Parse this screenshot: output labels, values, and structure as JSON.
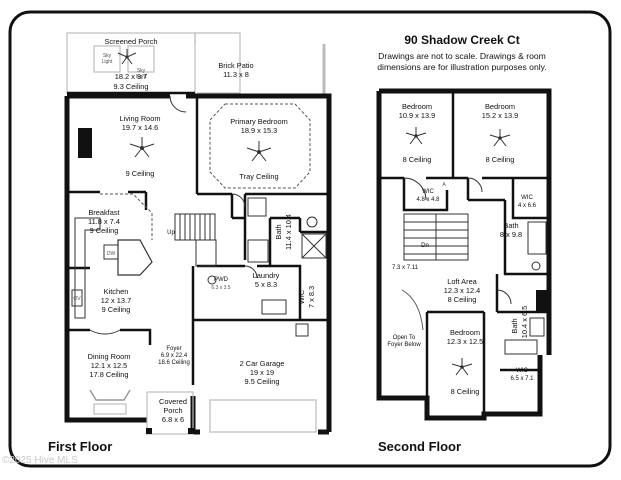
{
  "header": {
    "address": "90 Shadow Creek Ct",
    "disclaimer_line1": "Drawings are not to scale. Drawings & room",
    "disclaimer_line2": "dimensions are for illustration purposes only."
  },
  "first_floor": {
    "label": "First Floor",
    "screened_porch": {
      "name": "Screened Porch",
      "dims": "18.2 x 9.7",
      "ceiling": "9.3 Ceiling",
      "skylight": [
        "Sky",
        "Light"
      ]
    },
    "brick_patio": {
      "name": "Brick Patio",
      "dims": "11.3 x 8"
    },
    "living_room": {
      "name": "Living Room",
      "dims": "19.7 x 14.6",
      "ceiling": "9 Ceiling"
    },
    "primary_bedroom": {
      "name": "Primary Bedroom",
      "dims": "18.9 x 15.3",
      "ceiling": "Tray Ceiling"
    },
    "breakfast": {
      "name": "Breakfast",
      "dims": "11.8 x 7.4",
      "ceiling": "9 Ceiling"
    },
    "kitchen": {
      "name": "Kitchen",
      "dims": "12 x 13.7",
      "ceiling": "9 Ceiling"
    },
    "dw": "DW",
    "ov": "OV",
    "up": "Up",
    "bath": {
      "name": "Bath",
      "dims": "11.4 x 10.4"
    },
    "pwd": {
      "name": "PWD",
      "dims": "6.3 x 3.5"
    },
    "laundry": {
      "name": "Laundry",
      "dims": "5 x 8.3"
    },
    "wic": {
      "name": "WIC",
      "dims": "7 x 8.3"
    },
    "dining_room": {
      "name": "Dining Room",
      "dims": "12.1 x 12.5",
      "ceiling": "17.8 Ceiling"
    },
    "foyer": {
      "name": "Foyer",
      "dims": "6.9 x 22.4",
      "ceiling": "18.6 Ceiling"
    },
    "garage": {
      "name": "2 Car Garage",
      "dims": "19 x 19",
      "ceiling": "9.5 Ceiling"
    },
    "covered_porch": {
      "name": "Covered",
      "name2": "Porch",
      "dims": "6.8 x 6"
    }
  },
  "second_floor": {
    "label": "Second Floor",
    "bedroom1": {
      "name": "Bedroom",
      "dims": "10.9 x 13.9",
      "ceiling": "8 Ceiling"
    },
    "bedroom2": {
      "name": "Bedroom",
      "dims": "15.2 x 13.9",
      "ceiling": "8 Ceiling"
    },
    "wic1": {
      "name": "WIC",
      "dims": "4.8 x 4.8"
    },
    "attic": "A",
    "wic2": {
      "name": "WIC",
      "dims": "4 x 6.6"
    },
    "bath1": {
      "name": "Bath",
      "dims": "8 x 9.8"
    },
    "dn": "Dn",
    "stair_dims": "7.3 x 7.11",
    "loft": {
      "name": "Loft Area",
      "dims": "12.3 x 12.4",
      "ceiling": "8 Ceiling"
    },
    "bath2": {
      "name": "Bath",
      "dims": "10.4 x 6.5"
    },
    "open_to_foyer": {
      "line1": "Open To",
      "line2": "Foyer Below"
    },
    "bedroom3": {
      "name": "Bedroom",
      "dims": "12.3 x 12.5",
      "ceiling": "8 Ceiling"
    },
    "wic3": {
      "name": "WIC",
      "dims": "6.5 x 7.1"
    }
  },
  "watermark": "©2025 Hive MLS"
}
